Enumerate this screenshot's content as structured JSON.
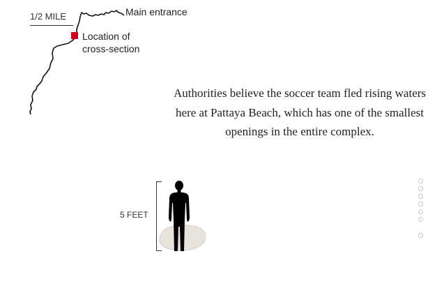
{
  "map": {
    "scale_label": "1/2 MILE",
    "entrance_label": "Main entrance",
    "location_label_line1": "Location of",
    "location_label_line2": "cross-section",
    "marker_color": "#d0021b"
  },
  "caption": {
    "text": "Authorities believe the soccer team fled rising waters here at Pattaya Beach, which has one of the smallest openings in the entire complex."
  },
  "figure": {
    "height_label": "5 FEET",
    "icon": "person-silhouette-icon"
  },
  "step_nav": {
    "count": 7,
    "active_index": 0
  }
}
